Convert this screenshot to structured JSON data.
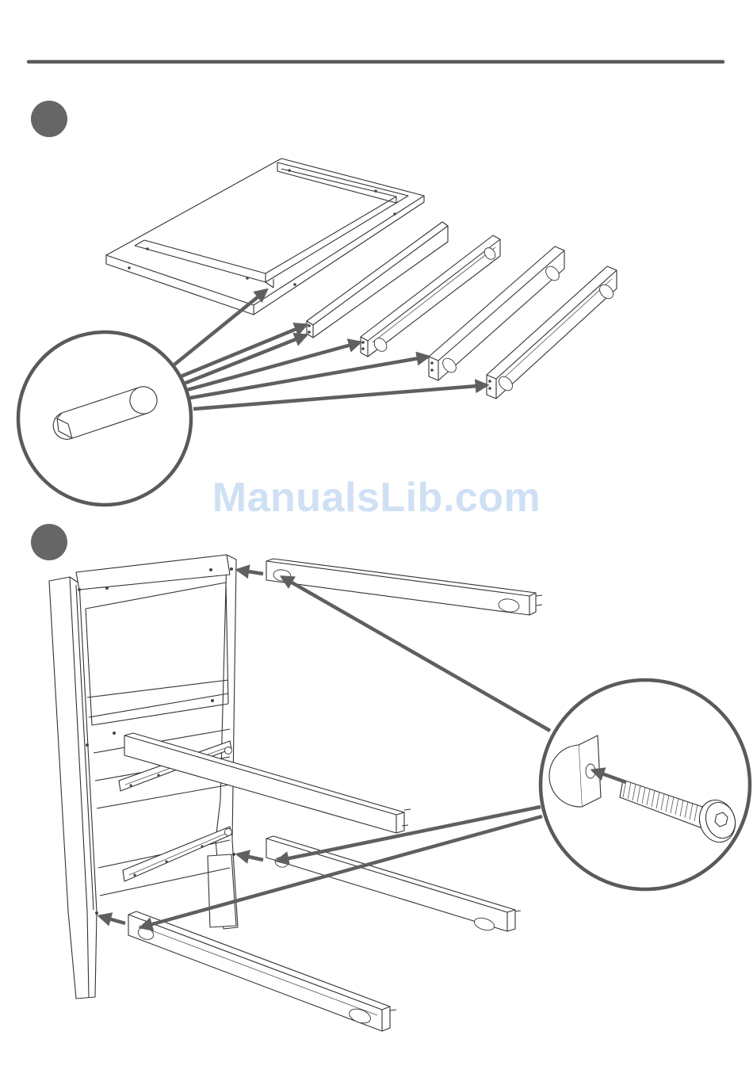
{
  "document": {
    "type": "assembly-instructions",
    "header_rule_color": "#5a5a5a",
    "step_badge_color": "#666666",
    "arrow_color": "#5f5f5f",
    "callout_stroke_color": "#5a5a5a"
  },
  "steps": [
    {
      "id": 1,
      "badge": "",
      "parts_shown": [
        "panel",
        "rail",
        "rail",
        "rail",
        "rail"
      ],
      "callout": "wooden-dowel"
    },
    {
      "id": 2,
      "badge": "",
      "parts_shown": [
        "side-frame",
        "rail",
        "rail",
        "rail"
      ],
      "callout": "connector-bolt"
    }
  ],
  "watermark": {
    "text": "ManualsLib.com",
    "color": "#cfe0f4"
  }
}
